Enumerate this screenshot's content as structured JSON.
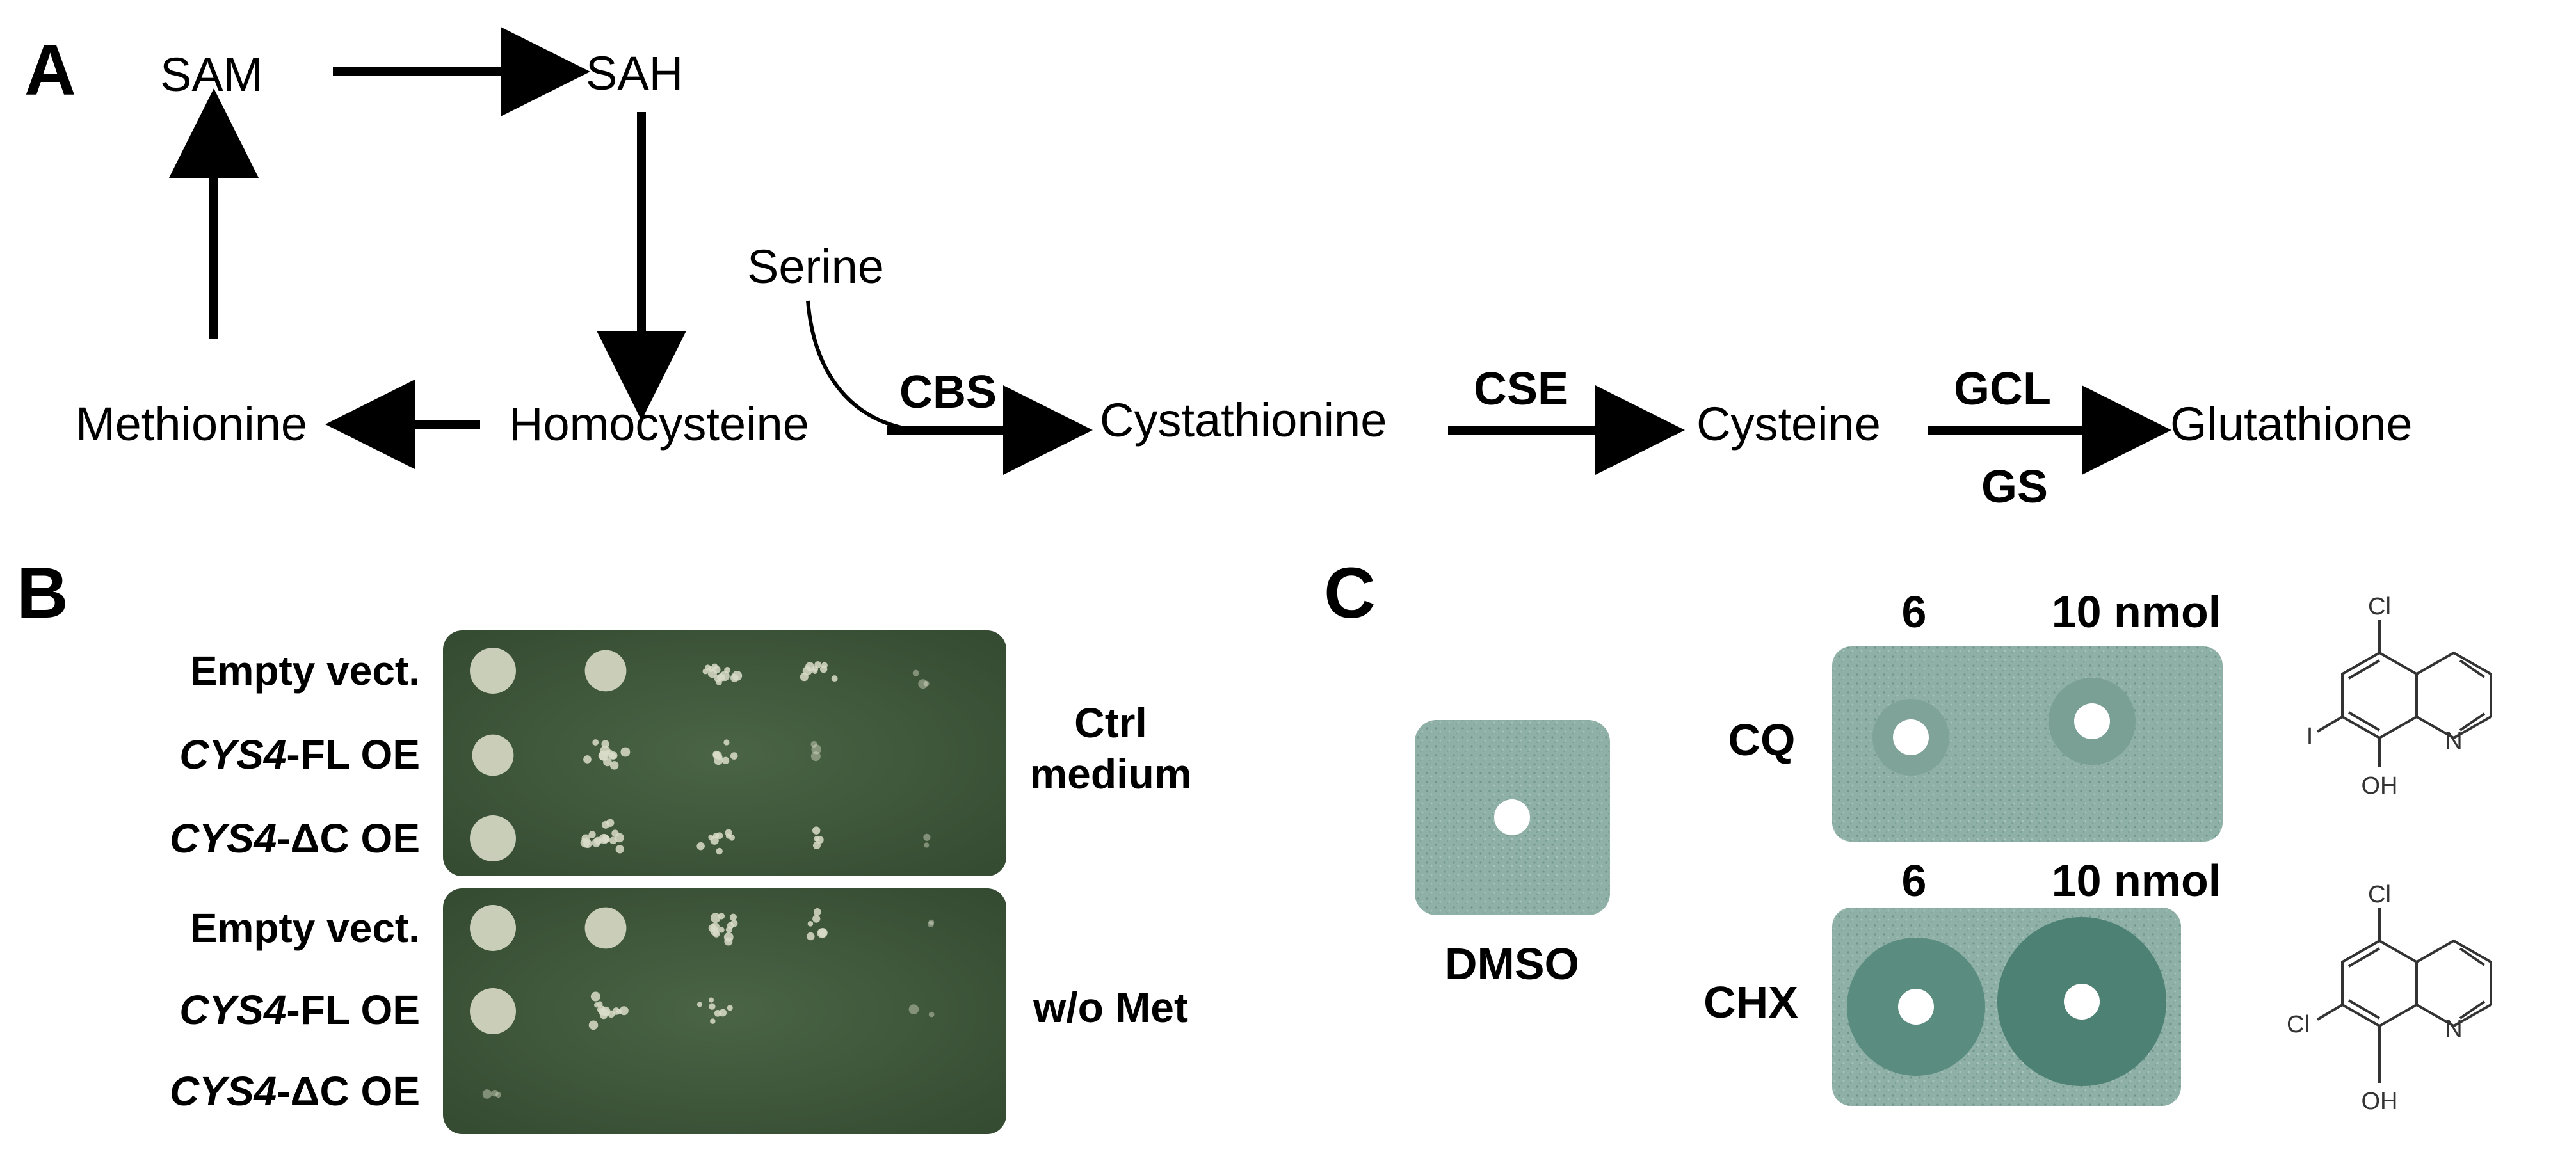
{
  "panels": {
    "a": "A",
    "b": "B",
    "c": "C"
  },
  "pathway": {
    "sam": "SAM",
    "sah": "SAH",
    "methionine": "Methionine",
    "homocysteine": "Homocysteine",
    "serine": "Serine",
    "cystathionine": "Cystathionine",
    "cysteine": "Cysteine",
    "glutathione": "Glutathione",
    "enzyme_cbs": "CBS",
    "enzyme_cse": "CSE",
    "enzyme_gcl": "GCL",
    "enzyme_gs": "GS"
  },
  "spot_assay": {
    "rows": [
      {
        "gene": "",
        "suffix": "Empty vect."
      },
      {
        "gene": "CYS4",
        "suffix": "-FL OE"
      },
      {
        "gene": "CYS4",
        "suffix": "-ΔC OE"
      }
    ],
    "plates": [
      {
        "condition_line1": "Ctrl",
        "condition_line2": "medium",
        "growth": [
          [
            1.0,
            0.9,
            0.6,
            0.4,
            0.15
          ],
          [
            0.9,
            0.6,
            0.4,
            0.15,
            0.0
          ],
          [
            1.0,
            0.7,
            0.4,
            0.2,
            0.08
          ]
        ]
      },
      {
        "condition_line1": "w/o Met",
        "condition_line2": "",
        "growth": [
          [
            1.0,
            0.9,
            0.6,
            0.25,
            0.08
          ],
          [
            1.0,
            0.6,
            0.3,
            0.0,
            0.08
          ],
          [
            0.12,
            0.0,
            0.0,
            0.0,
            0.0
          ]
        ]
      }
    ]
  },
  "halo_assay": {
    "control_label": "DMSO",
    "dose_left": "6",
    "dose_right": "10 nmol",
    "compounds": [
      {
        "label": "CQ",
        "halogen_top": "Cl",
        "halogen_side": "I",
        "hydroxyl": "OH",
        "nitrogen": "N"
      },
      {
        "label": "CHX",
        "halogen_top": "Cl",
        "halogen_side": "Cl",
        "hydroxyl": "OH",
        "nitrogen": "N"
      }
    ]
  },
  "colors": {
    "plate_dark": "#3c5238",
    "plate_light": "#465f40",
    "halo_plate": "#8fb0a6",
    "halo_zone": "#4f8578",
    "colony": "#d9dcc8"
  }
}
